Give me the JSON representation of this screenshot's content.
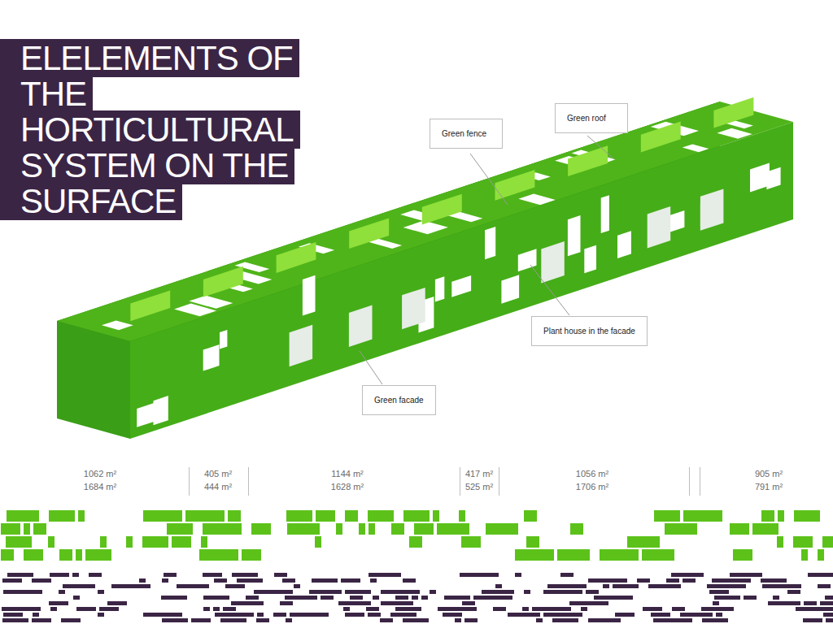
{
  "diagram": {
    "title": "ELELEMENTS OF THE HORTICULTURAL SYSTEM ON THE SURFACE",
    "nodes": [
      {
        "text": [
          "Green fence"
        ]
      },
      {
        "text": [
          "Green roof"
        ]
      },
      {
        "text": [
          "Plant house in the facade"
        ]
      },
      {
        "text": [
          "Green facade"
        ]
      }
    ],
    "labels": [
      "1062 m²",
      "1684 m²",
      "405 m²",
      "444 m²",
      "1144 m²",
      "1628 m²",
      "417 m²",
      "525 m²",
      "1056 m²",
      "1706 m²",
      "905 m²",
      "791 m²"
    ]
  }
}
